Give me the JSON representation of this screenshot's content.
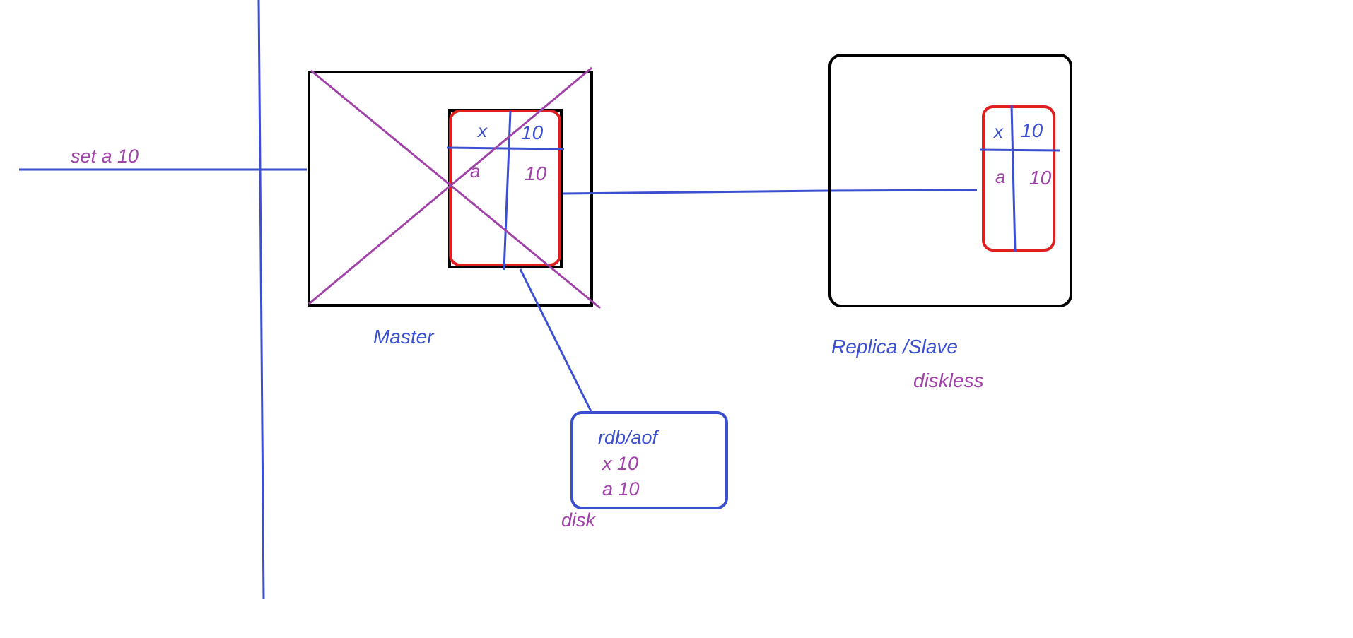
{
  "colors": {
    "blue": "#3b4fd0",
    "purple": "#a043a8",
    "red": "#e02020",
    "black": "#000000"
  },
  "command": {
    "text": "set a 10"
  },
  "master": {
    "label": "Master",
    "table": {
      "rows": [
        {
          "key": "x",
          "value": "10"
        },
        {
          "key": "a",
          "value": "10"
        }
      ]
    }
  },
  "replica": {
    "label": "Replica /Slave",
    "mode": "diskless",
    "table": {
      "rows": [
        {
          "key": "x",
          "value": "10"
        },
        {
          "key": "a",
          "value": "10"
        }
      ]
    }
  },
  "persistence": {
    "title": "rdb/aof",
    "lines": [
      "x 10",
      "a 10"
    ],
    "label": "disk"
  }
}
